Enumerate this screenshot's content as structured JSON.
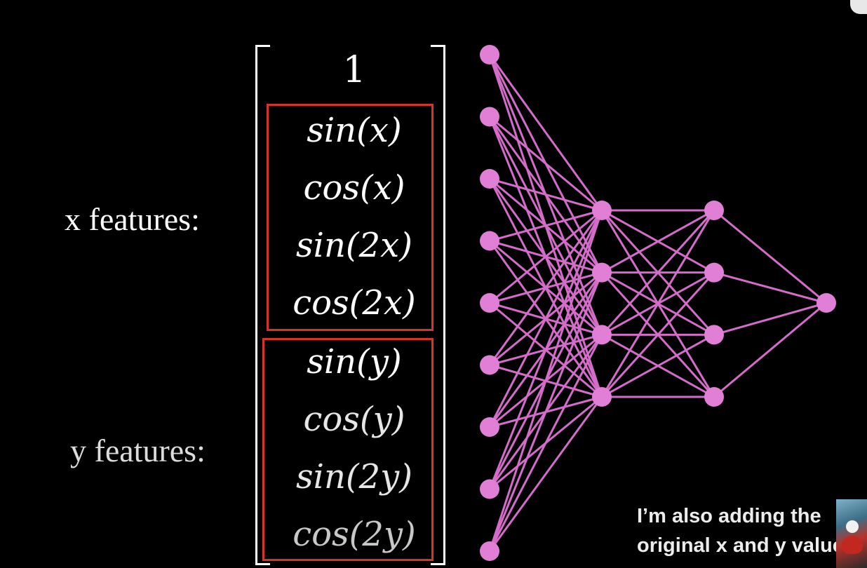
{
  "labels": {
    "x_features": "x features:",
    "y_features": "y features:"
  },
  "vector": {
    "first": "1",
    "x_entries": [
      "sin(x)",
      "cos(x)",
      "sin(2x)",
      "cos(2x)"
    ],
    "y_entries": [
      "sin(y)",
      "cos(y)",
      "sin(2y)",
      "cos(2y)"
    ]
  },
  "network": {
    "layers": [
      9,
      4,
      4,
      1
    ],
    "node_color": "#e07fd5",
    "edge_color": "#d46cc9"
  },
  "box_color": "#d8332a",
  "caption": {
    "line1": "I’m also adding the",
    "line2": "original x and y value"
  }
}
